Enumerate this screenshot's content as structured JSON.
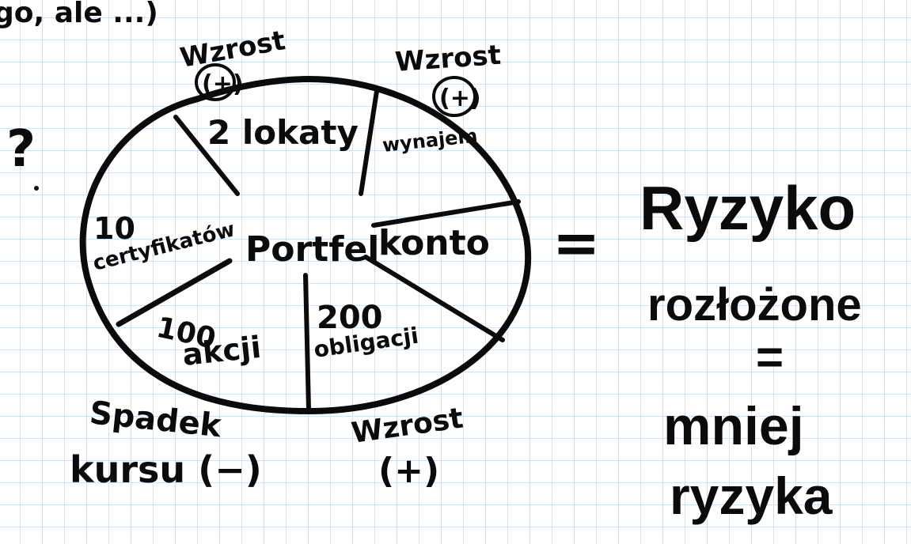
{
  "top_fragment": "go, ale ...)",
  "question_mark": "?",
  "portfolio": {
    "center_label": "Portfel",
    "segments": [
      {
        "label_line1": "2 lokaty",
        "label_line2": ""
      },
      {
        "label_line1": "wynajem",
        "label_line2": ""
      },
      {
        "label_line1": "konto",
        "label_line2": ""
      },
      {
        "label_line1": "200",
        "label_line2": "obligacji"
      },
      {
        "label_line1": "100",
        "label_line2": "akcji"
      },
      {
        "label_line1": "10",
        "label_line2": "certyfikatów"
      }
    ],
    "annotations": {
      "top_left": {
        "line1": "Wzrost",
        "line2": "(+)"
      },
      "top_right": {
        "line1": "Wzrost",
        "line2": "(+)"
      },
      "bottom_right": {
        "line1": "Wzrost",
        "line2": "(+)"
      },
      "bottom_left": {
        "line1": "Spadek",
        "line2": "kursu (−)"
      }
    }
  },
  "equals_sign": "=",
  "conclusion": {
    "line1": "Ryzyko",
    "line2": "rozłożone",
    "equals": "=",
    "line3": "mniej",
    "line4": "ryzyka"
  }
}
